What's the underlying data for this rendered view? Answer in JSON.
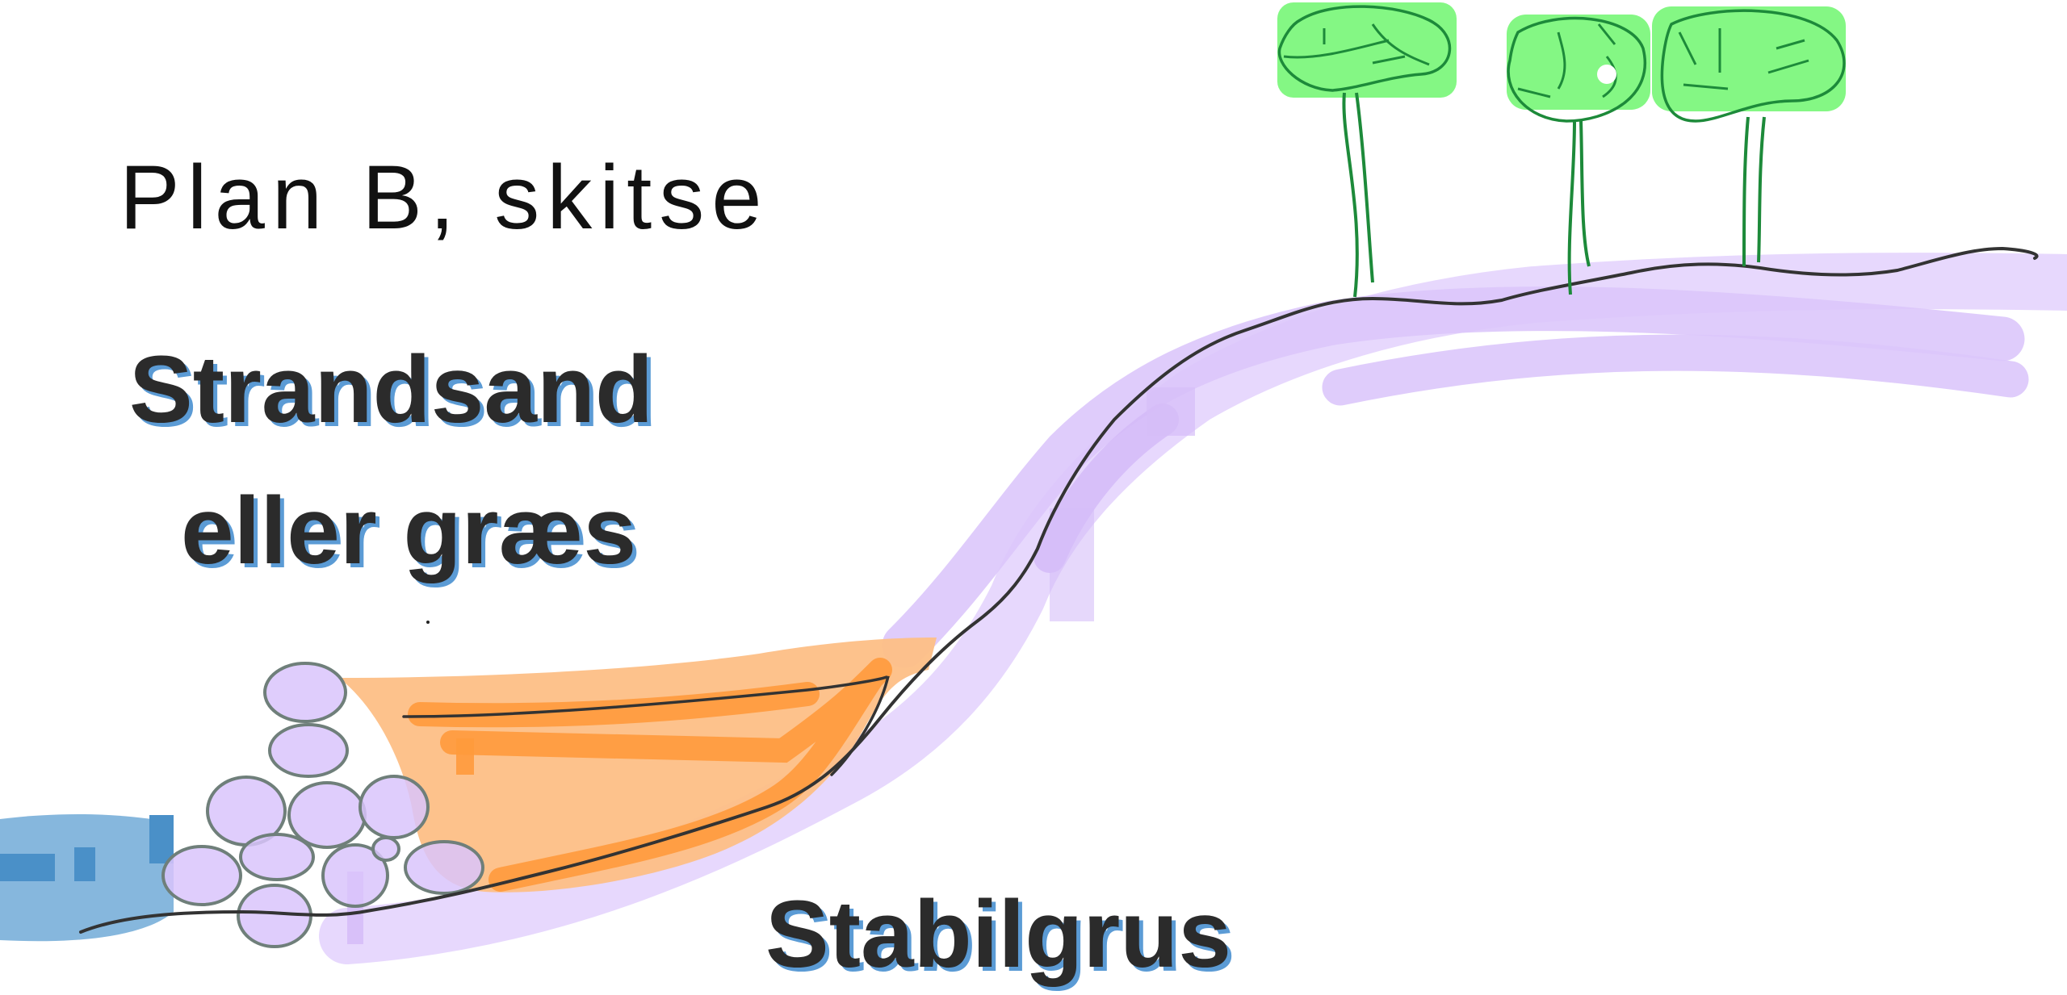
{
  "title": "Plan B, skitse",
  "labels": {
    "surface_line1": "Strandsand",
    "surface_line2": "eller græs",
    "bottom": "Stabilgrus"
  },
  "colors": {
    "water": "#4a90c8",
    "sand": "#ff9a3c",
    "gravel": "#d7c1fb",
    "stone_outline": "#6f7f7a",
    "tree_crown": "#6cf26c",
    "tree_line": "#1d8a3a",
    "ground_line": "#333333",
    "text_shadow": "#5b9bd5"
  },
  "icons": [
    "tree-icon",
    "stone-icon"
  ]
}
